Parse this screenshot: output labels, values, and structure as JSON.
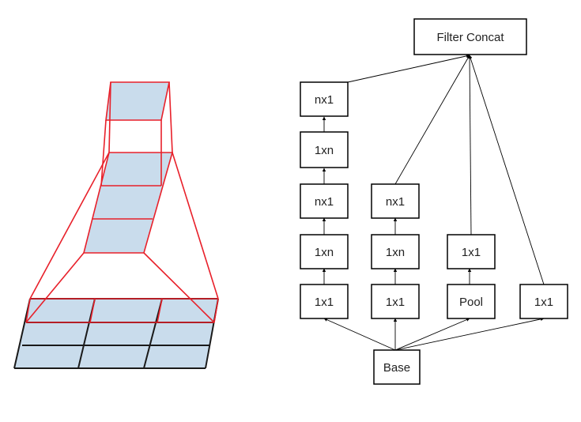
{
  "colors": {
    "cell_fill": "#c9dcec",
    "grid_stroke": "#1a1a1a",
    "receptive_field_stroke": "#e8202a",
    "box_stroke": "#000000"
  },
  "nodes": {
    "filter_concat": "Filter Concat",
    "base": "Base",
    "b1_1x1": "1x1",
    "b1_1xn_a": "1xn",
    "b1_nx1_a": "nx1",
    "b1_1xn_b": "1xn",
    "b1_nx1_b": "nx1",
    "b2_1x1": "1x1",
    "b2_1xn": "1xn",
    "b2_nx1": "nx1",
    "b3_pool": "Pool",
    "b3_1x1": "1x1",
    "b4_1x1": "1x1"
  }
}
